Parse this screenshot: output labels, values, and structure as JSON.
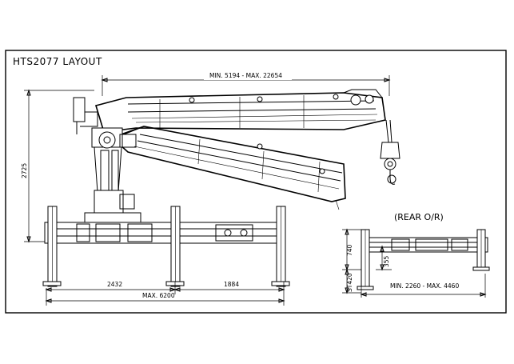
{
  "title": "HTS2077 LAYOUT",
  "main_view": {
    "reach_label": "MIN. 5194  -  MAX. 22654",
    "height_label": "2725",
    "left_spread_label": "2432",
    "right_spread_label": "1884",
    "total_spread_label": "MAX. 6200"
  },
  "rear_view": {
    "title": "(REAR O/R)",
    "height_upper_label": "740",
    "height_inner_label": "355",
    "height_lower_label": "ST420",
    "spread_label": "MIN. 2260  -  MAX. 4460"
  }
}
